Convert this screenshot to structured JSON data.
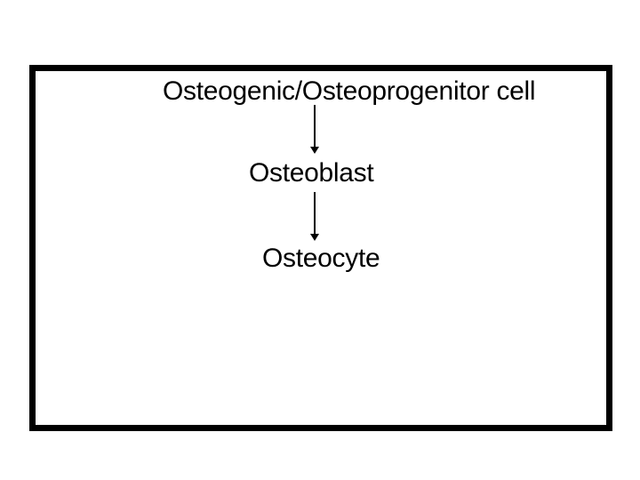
{
  "slide": {
    "background_color": "#ffffff"
  },
  "diagram": {
    "type": "flowchart",
    "border_color": "#000000",
    "text_color": "#000000",
    "nodes": [
      {
        "label": "Osteogenic/Osteoprogenitor cell"
      },
      {
        "label": "Osteoblast"
      },
      {
        "label": "Osteocyte"
      }
    ],
    "arrows": [
      {
        "from": "Osteogenic/Osteoprogenitor cell",
        "to": "Osteoblast",
        "direction": "down"
      },
      {
        "from": "Osteoblast",
        "to": "Osteocyte",
        "direction": "down"
      }
    ]
  }
}
